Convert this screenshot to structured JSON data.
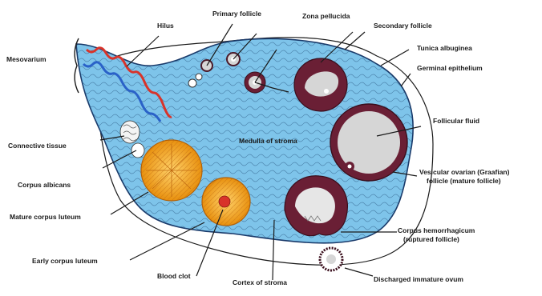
{
  "diagram": {
    "colors": {
      "ovary_fill": "#7ec4ea",
      "ovary_edge": "#1a3a6a",
      "outer_tissue": "#ffffff",
      "artery": "#d8332a",
      "vein": "#2a62c8",
      "follicle_wall": "#4a1a2a",
      "follicle_cavity": "#d6d6d6",
      "corpus_luteum": "#f5a623",
      "leader_line": "#1a1a1a"
    },
    "labels": {
      "mesovarium": "Mesovarium",
      "hilus": "Hilus",
      "primary_follicle": "Primary follicle",
      "zona_pellucida": "Zona pellucida",
      "secondary_follicle": "Secondary follicle",
      "tunica_albuginea": "Tunica albuginea",
      "germinal_epithelium": "Germinal epithelium",
      "follicular_fluid": "Follicular fluid",
      "connective_tissue": "Connective tissue",
      "medulla_of_stroma": "Medulla of stroma",
      "corpus_albicans": "Corpus albicans",
      "mature_corpus_luteum": "Mature corpus luteum",
      "vesicular_ovarian_follicle_line1": "Vesicular ovarian (Graafian)",
      "vesicular_ovarian_follicle_line2": "follicle (mature follicle)",
      "early_corpus_luteum": "Early corpus luteum",
      "blood_clot": "Blood clot",
      "cortex_of_stroma": "Cortex of stroma",
      "corpus_hemorrhagicum_line1": "Corpus hemorrhagicum",
      "corpus_hemorrhagicum_line2": "(ruptured follicle)",
      "discharged_oocyte": "Discharged immature ovum"
    }
  }
}
